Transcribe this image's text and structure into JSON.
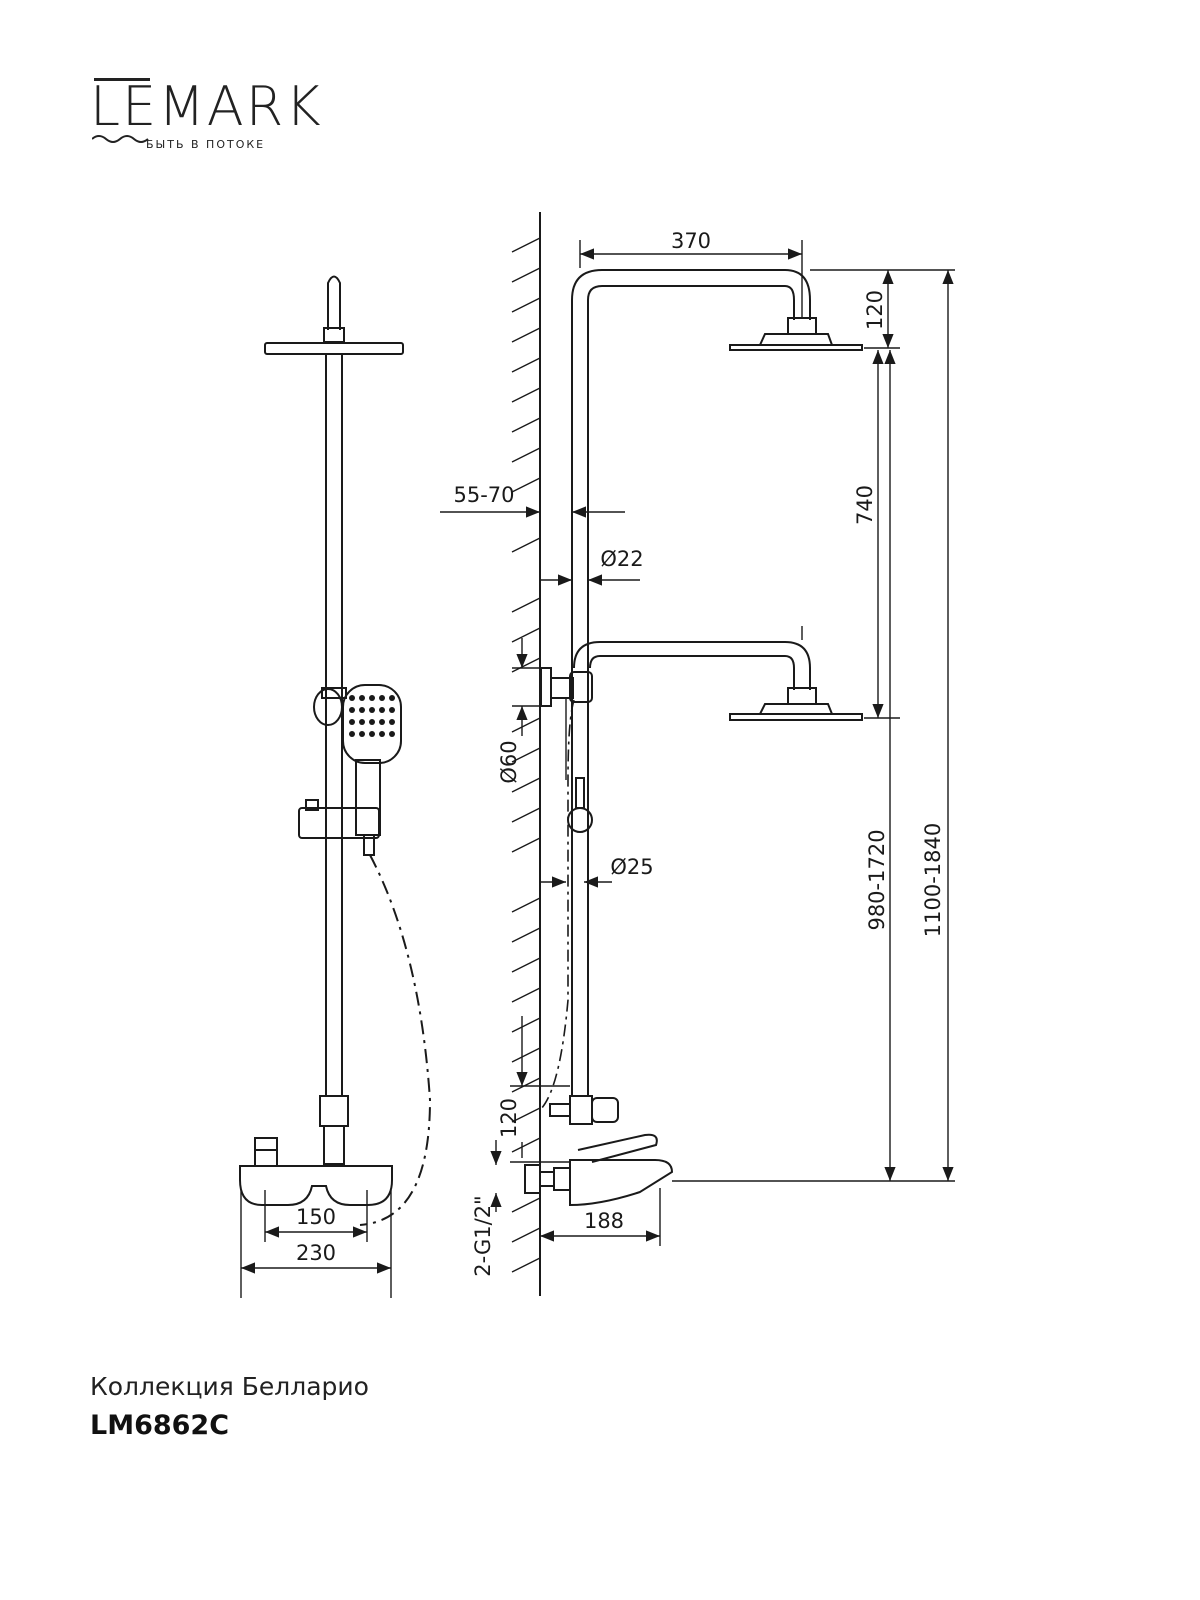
{
  "brand": {
    "name": "LEMARK",
    "tagline": "БЫТЬ В ПОТОКЕ"
  },
  "footer": {
    "collection": "Коллекция Белларио",
    "model": "LM6862C"
  },
  "dimensions": {
    "top_arm": "370",
    "top_head_drop": "120",
    "wall_gap": "55-70",
    "bar_diameter": "Ø22",
    "vertical_740": "740",
    "holder_diameter": "Ø60",
    "hose_diameter": "Ø25",
    "height_adjust": "980-1720",
    "overall_height": "1100-1840",
    "outlet_120": "120",
    "inlet_thread": "2-G1/2\"",
    "spout_188": "188",
    "centers_150": "150",
    "width_230": "230"
  },
  "colors": {
    "line": "#1a1a1a"
  }
}
